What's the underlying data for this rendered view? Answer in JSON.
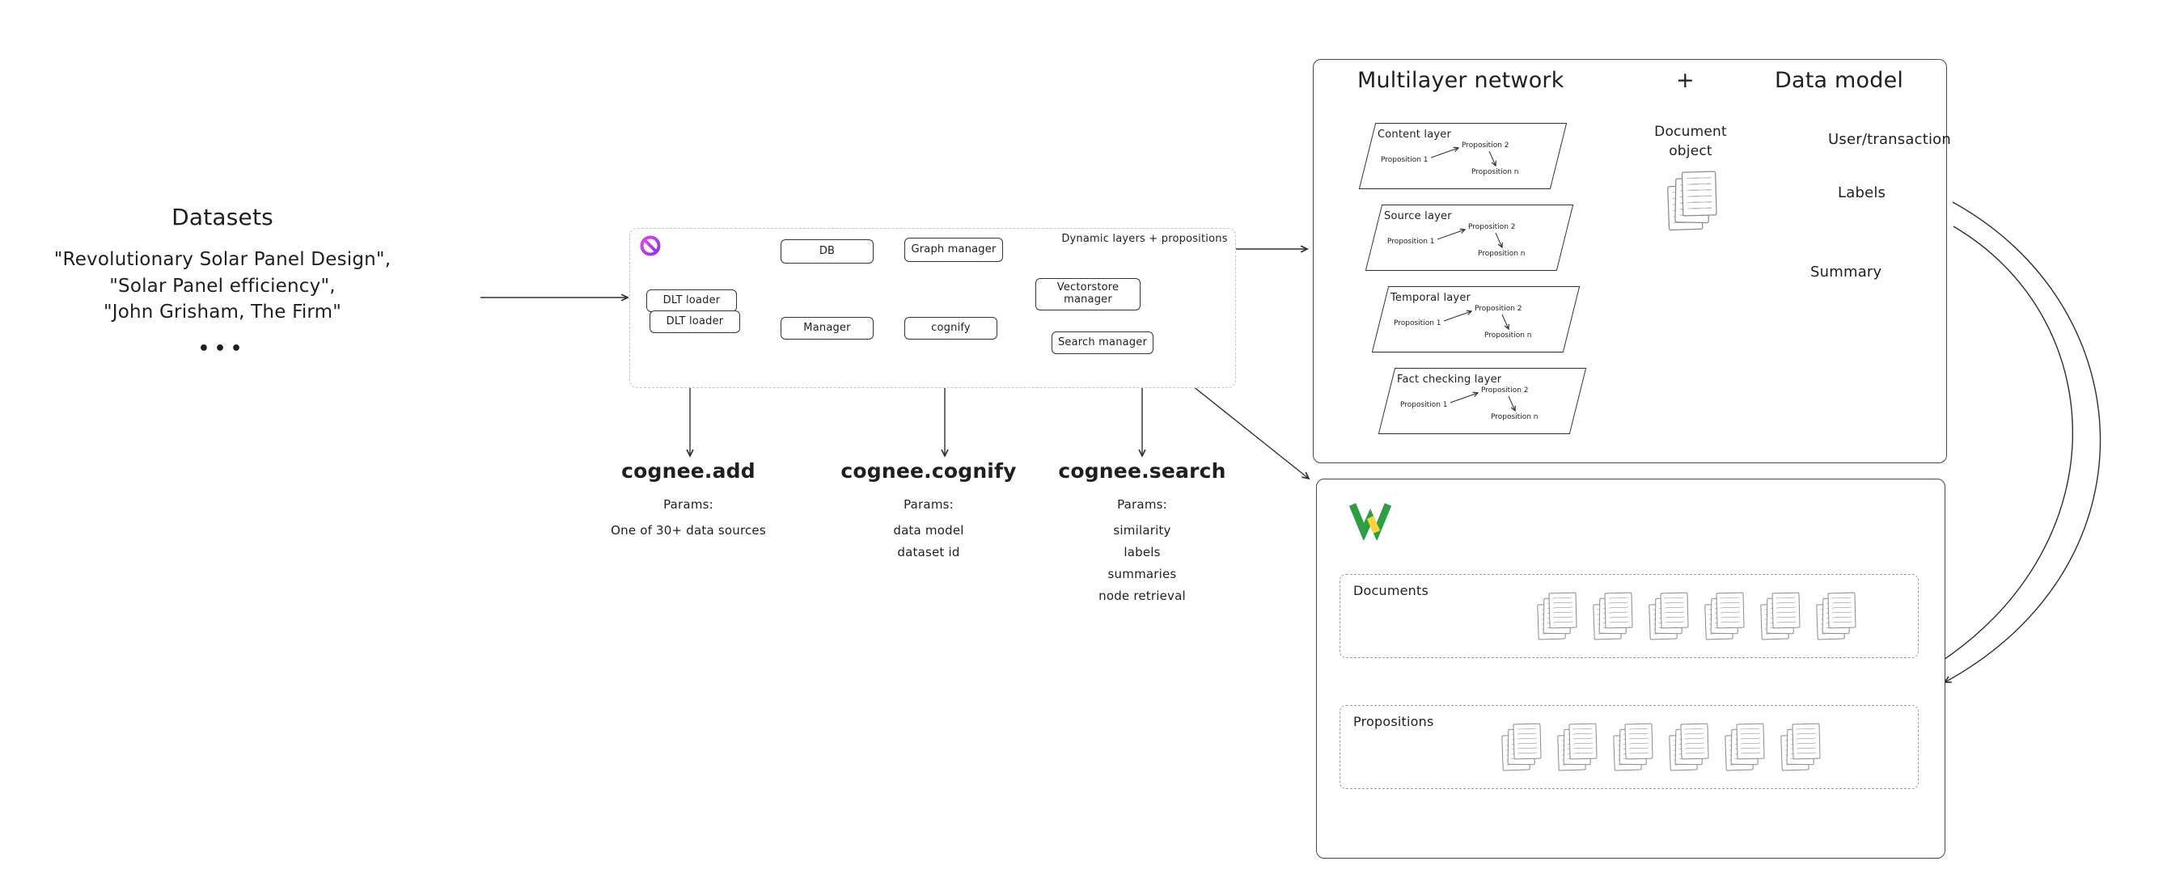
{
  "colors": {
    "ink": "#1f1f1f",
    "dlt_magenta": "#c026d3",
    "weaviate_green": "#2e9e44",
    "weaviate_yellow": "#ffd43b"
  },
  "icons": {
    "dlt": "prohibition-circle-icon",
    "weaviate": "weaviate-w-icon",
    "document_stack": "stacked-pages-icon"
  },
  "datasets": {
    "title": "Datasets",
    "items": [
      "\"Revolutionary Solar Panel Design\",",
      "\"Solar Panel efficiency\",",
      "\"John Grisham, The Firm\""
    ],
    "ellipsis": "•••"
  },
  "pipeline": {
    "db": "DB",
    "graph_manager": "Graph manager",
    "dlt_loader_1": "DLT loader",
    "dlt_loader_2": "DLT loader",
    "manager": "Manager",
    "cognify": "cognify",
    "vectorstore_manager": "Vectorstore manager",
    "search_manager": "Search manager",
    "dynamic_label": "Dynamic layers + propositions"
  },
  "api": {
    "add": {
      "title": "cognee.add",
      "params_label": "Params:",
      "params": [
        "One of 30+ data sources"
      ]
    },
    "cognify": {
      "title": "cognee.cognify",
      "params_label": "Params:",
      "params": [
        "data model",
        "dataset id"
      ]
    },
    "search": {
      "title": "cognee.search",
      "params_label": "Params:",
      "params": [
        "similarity",
        "labels",
        "summaries",
        "node retrieval"
      ]
    }
  },
  "multilayer": {
    "title_left": "Multilayer network",
    "plus": "+",
    "title_right": "Data model",
    "document_object": "Document object",
    "labels": [
      "User/transaction",
      "Labels",
      "Summary"
    ],
    "layers": [
      {
        "name": "Content layer",
        "p1": "Proposition 1",
        "p2": "Proposition 2",
        "pn": "Proposition n"
      },
      {
        "name": "Source layer",
        "p1": "Proposition 1",
        "p2": "Proposition 2",
        "pn": "Proposition n"
      },
      {
        "name": "Temporal layer",
        "p1": "Proposition 1",
        "p2": "Proposition 2",
        "pn": "Proposition n"
      },
      {
        "name": "Fact checking layer",
        "p1": "Proposition 1",
        "p2": "Proposition 2",
        "pn": "Proposition n"
      }
    ]
  },
  "store": {
    "documents_label": "Documents",
    "propositions_label": "Propositions",
    "documents_count": 6,
    "propositions_count": 6
  }
}
